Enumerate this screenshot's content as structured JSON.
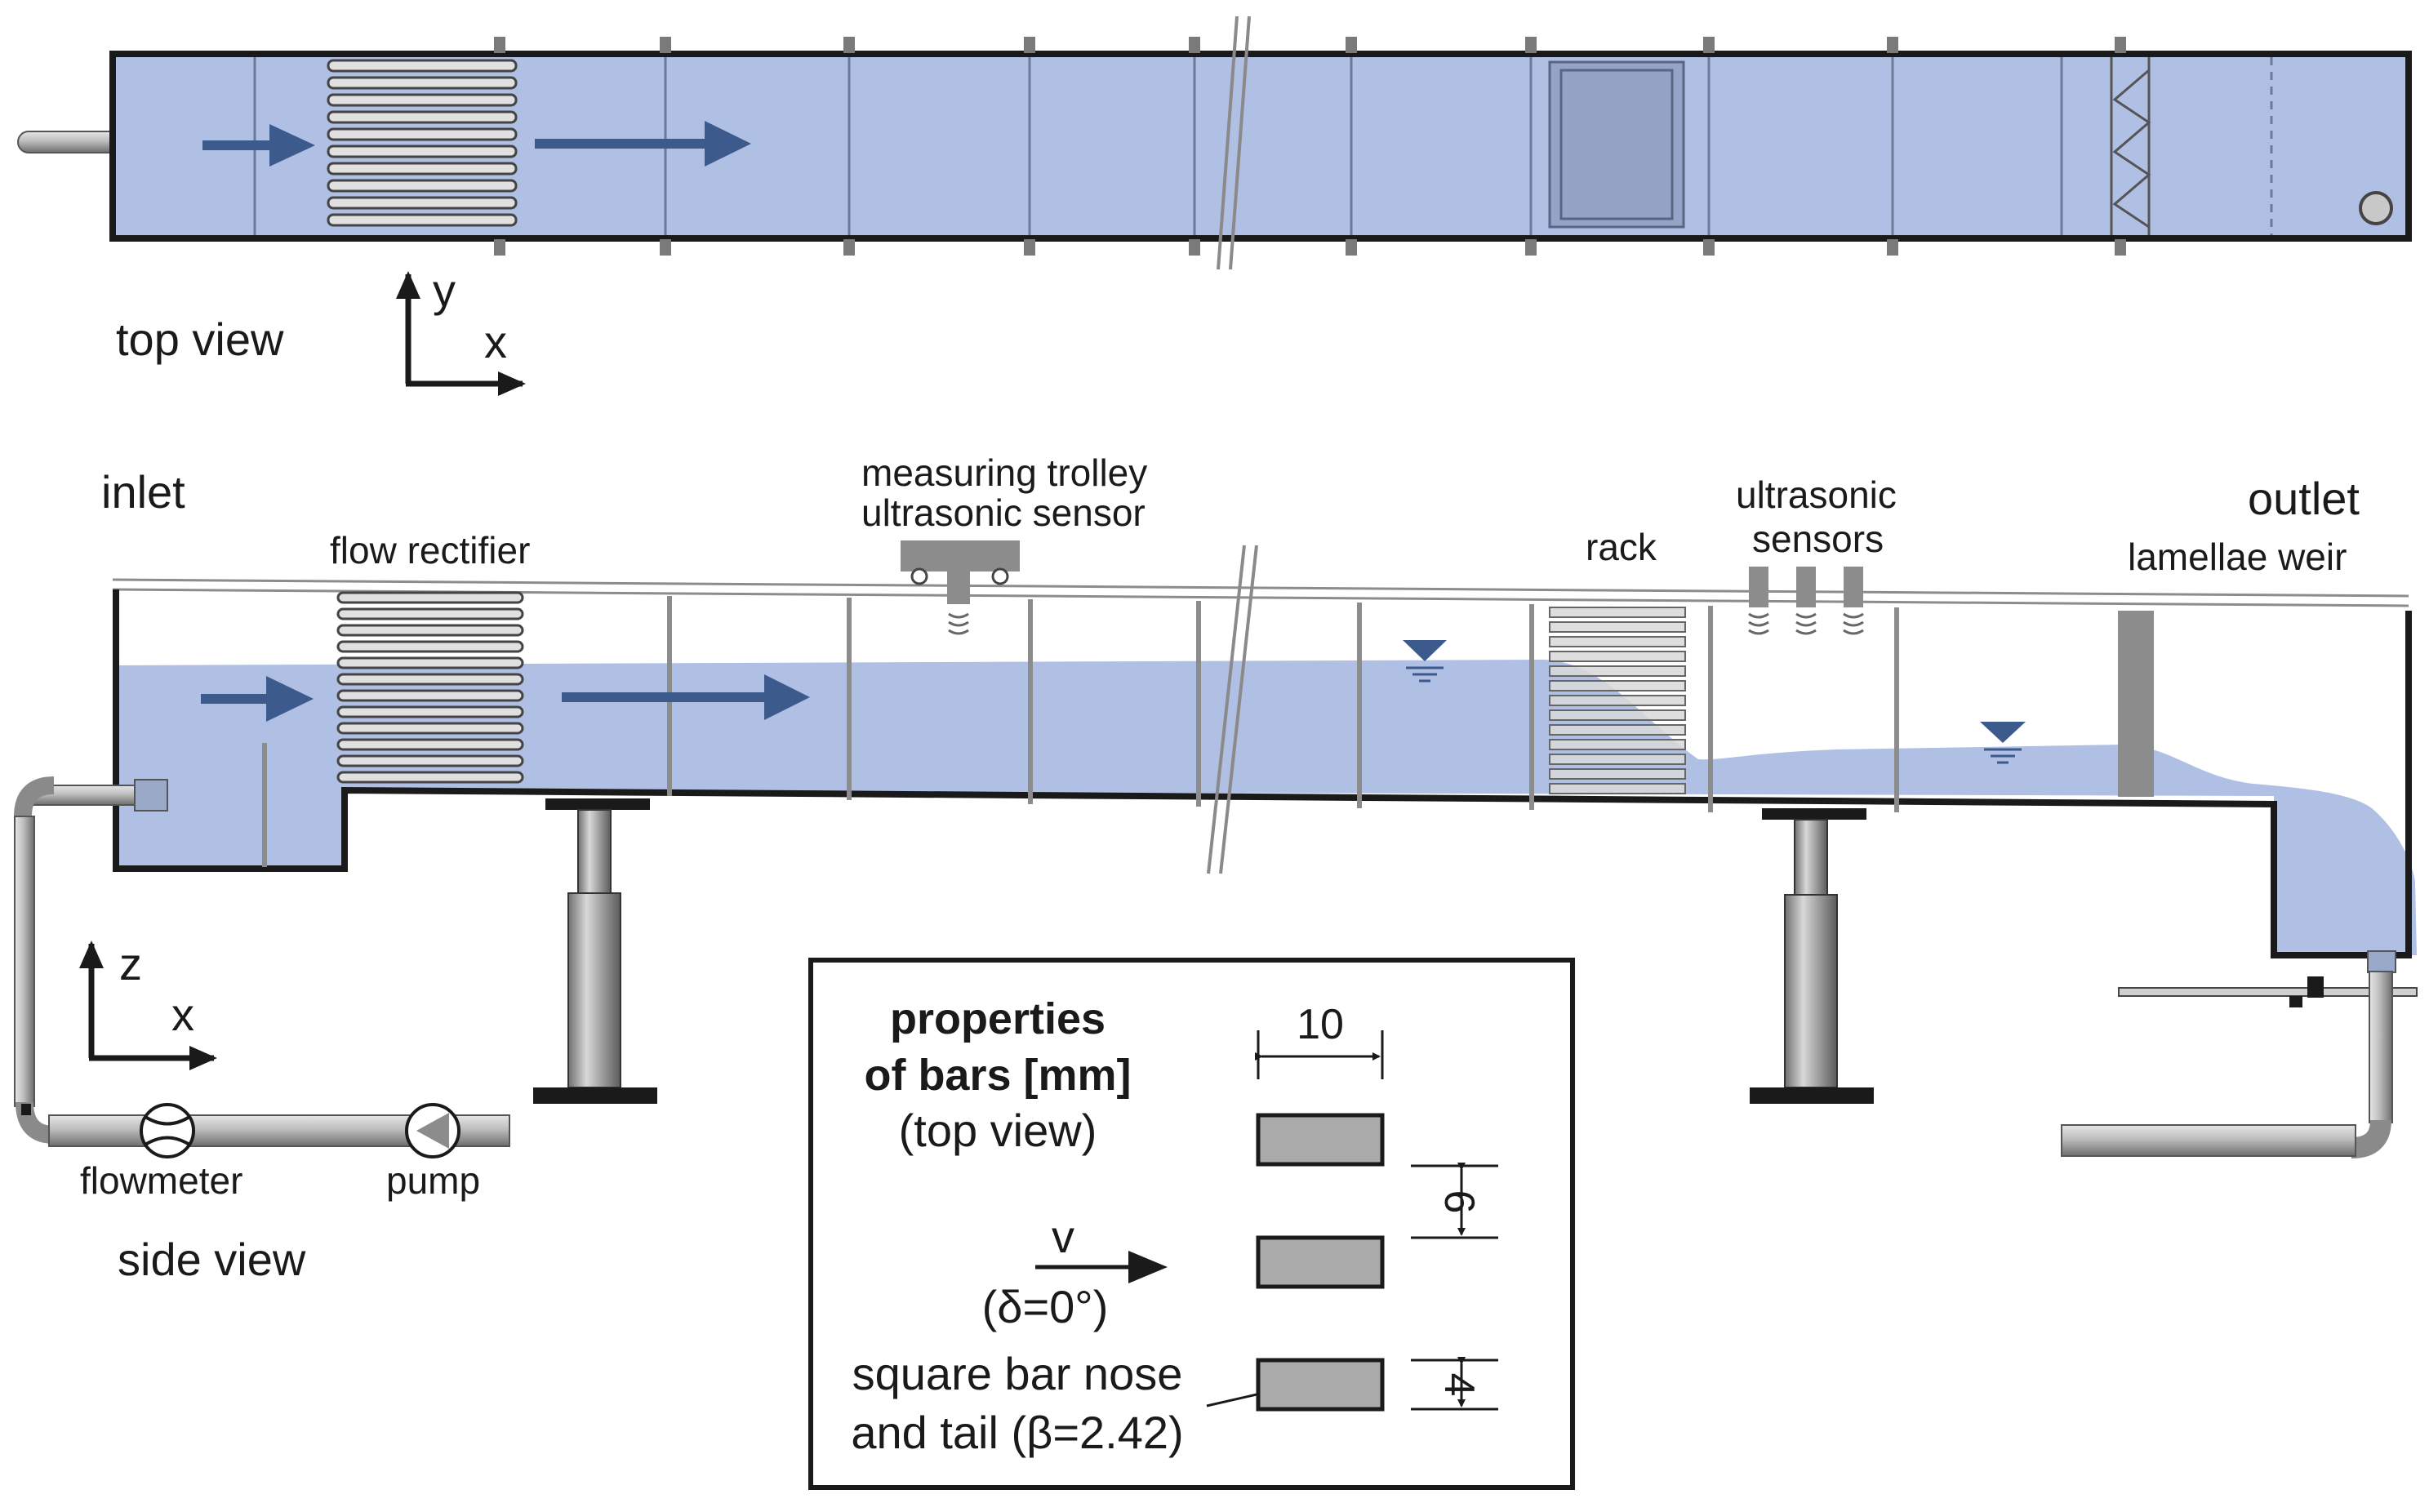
{
  "top_view": {
    "label": "top view",
    "axes": {
      "vertical": "y",
      "horizontal": "x"
    }
  },
  "side_view": {
    "label": "side view",
    "inlet": "inlet",
    "outlet": "outlet",
    "flow_rectifier": "flow rectifier",
    "trolley_line1": "measuring trolley",
    "trolley_line2": "ultrasonic sensor",
    "rack": "rack",
    "sensors_line1": "ultrasonic",
    "sensors_line2": "sensors",
    "weir": "lamellae weir",
    "flowmeter": "flowmeter",
    "pump": "pump",
    "axes": {
      "vertical": "z",
      "horizontal": "x"
    }
  },
  "bar_properties": {
    "title_line1": "properties",
    "title_line2": "of bars [mm]",
    "title_line3": "(top view)",
    "velocity": "v",
    "angle": "(δ=0°)",
    "shape_line1": "square bar nose",
    "shape_line2": "and tail (β=2.42)",
    "width": "10",
    "spacing": "6",
    "thickness": "4"
  },
  "colors": {
    "water": "#b0bfe4",
    "arrow": "#3d5a8c",
    "wall": "#1a1a1a",
    "grey": "#8c8c8c"
  }
}
